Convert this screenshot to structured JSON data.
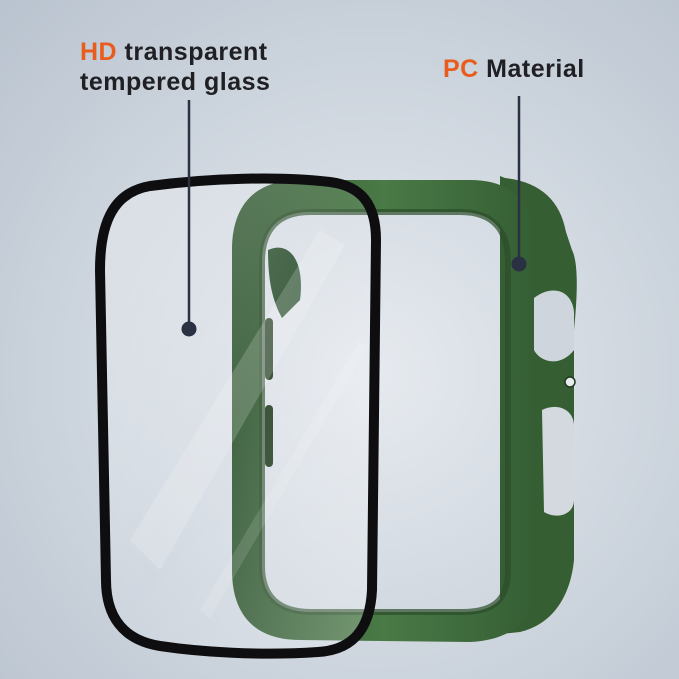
{
  "callouts": {
    "glass": {
      "highlight": "HD",
      "line1_rest": " transparent",
      "line2": "tempered glass"
    },
    "material": {
      "highlight": "PC",
      "rest": " Material"
    }
  },
  "colors": {
    "highlight": "#e85d1d",
    "text": "#202024",
    "case_green": "#3f6a3c",
    "glass_border": "#0e0e10",
    "leader_line": "#2a3142"
  },
  "icons": {
    "glass_part": "tempered-glass-screen-protector",
    "case_part": "pc-bumper-case"
  }
}
